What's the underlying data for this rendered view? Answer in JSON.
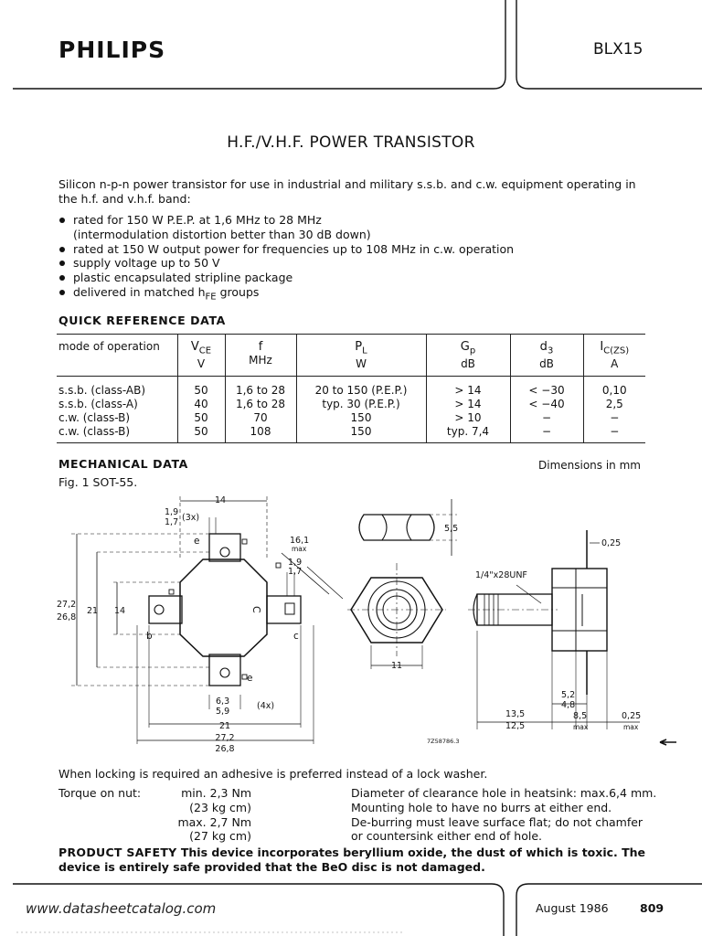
{
  "header": {
    "brand": "PHILIPS",
    "type_number": "BLX15"
  },
  "title": "H.F./V.H.F. POWER TRANSISTOR",
  "intro": "Silicon n-p-n power transistor for use in industrial and military s.s.b. and c.w. equipment operating in the h.f. and v.h.f. band:",
  "features": [
    "rated for 150 W P.E.P. at 1,6 MHz to 28 MHz",
    "(intermodulation distortion better than 30 dB down)",
    "rated at 150 W output power for frequencies up to 108 MHz in c.w. operation",
    "supply voltage up to 50 V",
    "plastic encapsulated stripline package",
    "delivered in matched h",
    "FE",
    " groups"
  ],
  "quick_ref": {
    "heading": "QUICK REFERENCE DATA",
    "columns": [
      {
        "sym": "",
        "sub": "",
        "unit": "mode of operation"
      },
      {
        "sym": "V",
        "sub": "CE",
        "unit": "V"
      },
      {
        "sym": "f",
        "sub": "",
        "unit": "MHz"
      },
      {
        "sym": "P",
        "sub": "L",
        "unit": "W"
      },
      {
        "sym": "G",
        "sub": "p",
        "unit": "dB"
      },
      {
        "sym": "d",
        "sub": "3",
        "unit": "dB"
      },
      {
        "sym": "I",
        "sub": "C(ZS)",
        "unit": "A"
      }
    ],
    "rows": [
      [
        "s.s.b. (class-AB)",
        "50",
        "1,6 to 28",
        "20 to 150 (P.E.P.)",
        ">   14",
        "< −30",
        "0,10"
      ],
      [
        "s.s.b. (class-A)",
        "40",
        "1,6 to 28",
        "typ.    30 (P.E.P.)",
        ">   14",
        "< −40",
        "2,5"
      ],
      [
        "c.w.  (class-B)",
        "50",
        "70",
        "150",
        ">   10",
        "−",
        "−"
      ],
      [
        "c.w.  (class-B)",
        "50",
        "108",
        "150",
        "typ.  7,4",
        "−",
        "−"
      ]
    ]
  },
  "mechanical": {
    "heading": "MECHANICAL DATA",
    "dims_note": "Dimensions in mm",
    "figure_caption": "Fig. 1  SOT-55."
  },
  "drawing": {
    "d14_top": "14",
    "d19a": "1,9",
    "d17a": "1,7",
    "x3": "(3x)",
    "d161": "16,1",
    "max": "max",
    "d19b": "1,9",
    "d17b": "1,7",
    "d272": "27,2",
    "d268": "26,8",
    "d21": "21",
    "d14_left": "14",
    "lbl_e1": "e",
    "lbl_b": "b",
    "lbl_c": "c",
    "lbl_e2": "e",
    "lbl_C": "C",
    "d63": "6,3",
    "d59": "5,9",
    "x4": "(4x)",
    "d21b": "21",
    "d272b": "27,2",
    "d268b": "26,8",
    "d55": "5,5",
    "d11": "11",
    "thread": "1/4\"x28UNF",
    "d025a": "0,25",
    "d52": "5,2",
    "d48": "4,8",
    "d135": "13,5",
    "d125": "12,5",
    "d85": "8,5",
    "max2": "max",
    "d025b": "0,25",
    "max3": "max",
    "drawing_code": "7Z58786.3"
  },
  "mounting": {
    "locking": "When locking is required an adhesive is preferred instead of a lock washer.",
    "torque_label": "Torque on nut:",
    "torque": [
      "min. 2,3 Nm",
      "(23 kg cm)",
      "max. 2,7 Nm",
      "(27 kg cm)"
    ],
    "notes": [
      "Diameter of clearance hole in heatsink: max.6,4 mm.",
      "Mounting hole to have no burrs at either end.",
      "De-burring must leave surface flat; do not chamfer",
      "or countersink either end of hole."
    ]
  },
  "safety": {
    "lead": "PRODUCT SAFETY",
    "text": " This device incorporates beryllium oxide, the dust of which is toxic. The device is entirely safe provided that the BeO disc is not damaged."
  },
  "footer": {
    "url": "www.datasheetcatalog.com",
    "date": "August 1986",
    "page": "809"
  }
}
